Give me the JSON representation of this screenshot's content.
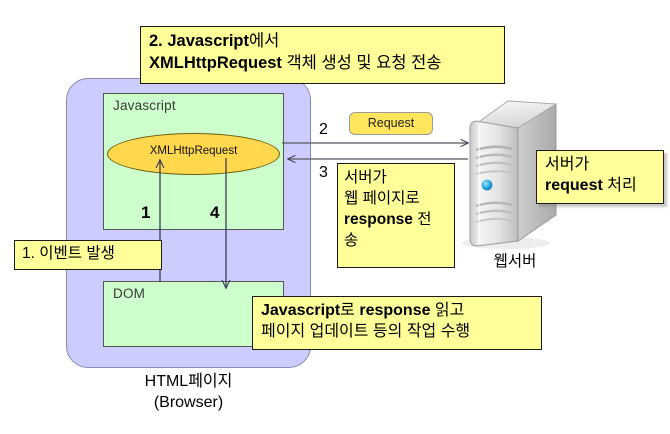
{
  "diagram": {
    "title_text": "AJAX request/response flow diagram",
    "browser": {
      "caption_line1": "HTML페이지",
      "caption_line2": "(Browser)",
      "javascript_panel_label": "Javascript",
      "dom_panel_label": "DOM",
      "xhr_object_label": "XMLHttpRequest"
    },
    "server": {
      "caption": "웹서버",
      "icon_name": "server-tower-icon",
      "led_color": "#2aa8e0"
    },
    "steps": [
      {
        "number": "1",
        "position": "javascript-panel-left"
      },
      {
        "number": "2",
        "position": "request-arrow-left"
      },
      {
        "number": "3",
        "position": "response-arrow-left"
      },
      {
        "number": "4",
        "position": "javascript-panel-right"
      }
    ],
    "callouts": {
      "step1": {
        "text": "1. 이벤트 발생"
      },
      "step2": {
        "line1_a": "2. Javascript",
        "line1_b": "에서",
        "line2_a": "XMLHttpRequest",
        "line2_b": " 객체 생성 및 요청 전송"
      },
      "step3": {
        "line1": "서버가",
        "line2": "웹 페이지로",
        "line3_a": "response",
        "line3_b": " 전",
        "line4": "송"
      },
      "step4": {
        "line1_a": "Javascript",
        "line1_b": "로 ",
        "line1_c": "response",
        "line1_d": " 읽고",
        "line2": "페이지 업데이트 등의 작업 수행"
      },
      "server_process": {
        "line1": "서버가",
        "line2_a": "request",
        "line2_b": " 처리"
      }
    },
    "labels": {
      "request_pill": "Request"
    },
    "colors": {
      "browser_fill": "#CCCCFF",
      "panel_fill": "#CCFFCC",
      "callout_fill": "#FFFF99",
      "xhr_fill": "#FFD84D",
      "request_pill_fill": "#FFE65C",
      "server_body": "#D8D8D8",
      "server_led": "#2AA8E0",
      "stroke": "#333333"
    }
  }
}
